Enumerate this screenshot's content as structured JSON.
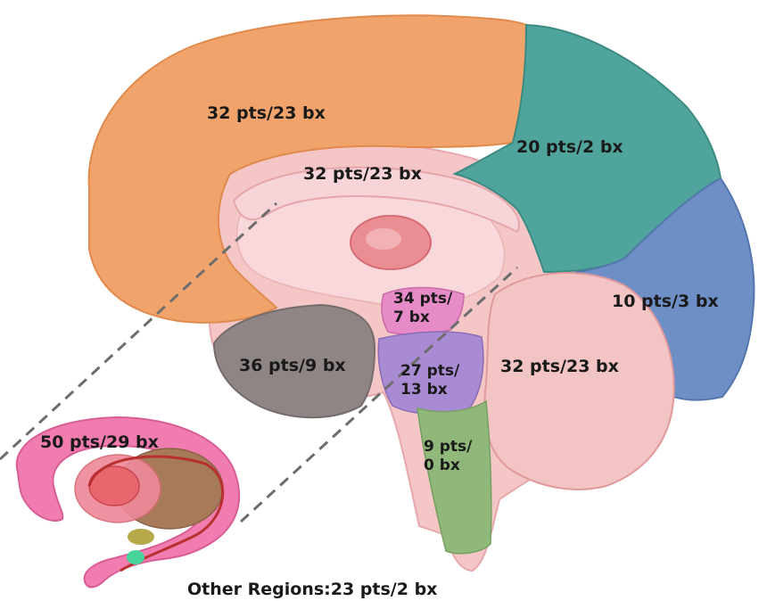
{
  "regions": [
    {
      "name": "frontal",
      "label": "32 pts/23 bx",
      "color": "#f0a36b"
    },
    {
      "name": "parietal",
      "label": "20 pts/2 bx",
      "color": "#4fa59c"
    },
    {
      "name": "occipital",
      "label": "10 pts/3 bx",
      "color": "#6e8fc6"
    },
    {
      "name": "temporal",
      "label": "36 pts/9 bx",
      "color": "#8f8585"
    },
    {
      "name": "corpus-callosum",
      "label": "32 pts/23 bx",
      "color": "#f6d4d8"
    },
    {
      "name": "midbrain",
      "label": "34 pts/\n7 bx",
      "color": "#e68bc7"
    },
    {
      "name": "pons",
      "label": "27 pts/\n13 bx",
      "color": "#a98bd3"
    },
    {
      "name": "medulla",
      "label": "9 pts/\n0 bx",
      "color": "#8fb87a"
    },
    {
      "name": "cerebellum",
      "label": "32 pts/23 bx",
      "color": "#f2c4c4"
    },
    {
      "name": "basal-ganglia",
      "label": "50 pts/29 bx",
      "color": "#f07cb0"
    }
  ],
  "footer": {
    "other_regions": "Other Regions:23 pts/2 bx"
  }
}
